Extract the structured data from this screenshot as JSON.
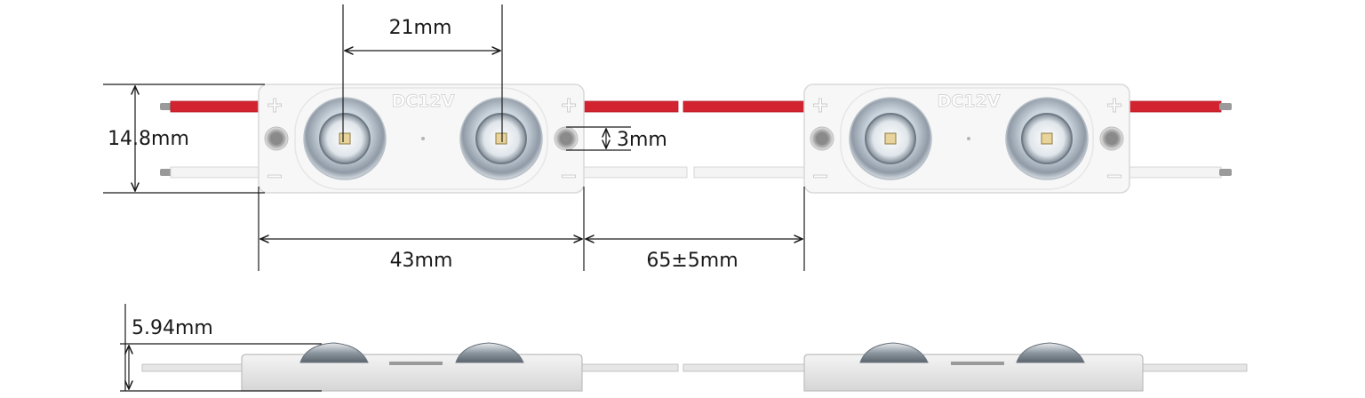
{
  "dimensions": {
    "lens_spacing": "21mm",
    "module_height": "14.8mm",
    "hole_diameter": "3mm",
    "module_length": "43mm",
    "module_gap": "65±5mm",
    "module_thickness": "5.94mm"
  },
  "module": {
    "voltage_label": "DC12V",
    "plus_sign": "+",
    "minus_sign": "−"
  },
  "colors": {
    "wire_red": "#d42330",
    "wire_white": "#f4f4f4",
    "board": "#f7f7f7",
    "board_edge": "#d9d9d9",
    "dimension_line": "#1a1a1a"
  },
  "icons": [
    "led-lens-icon",
    "mounting-hole-icon"
  ]
}
